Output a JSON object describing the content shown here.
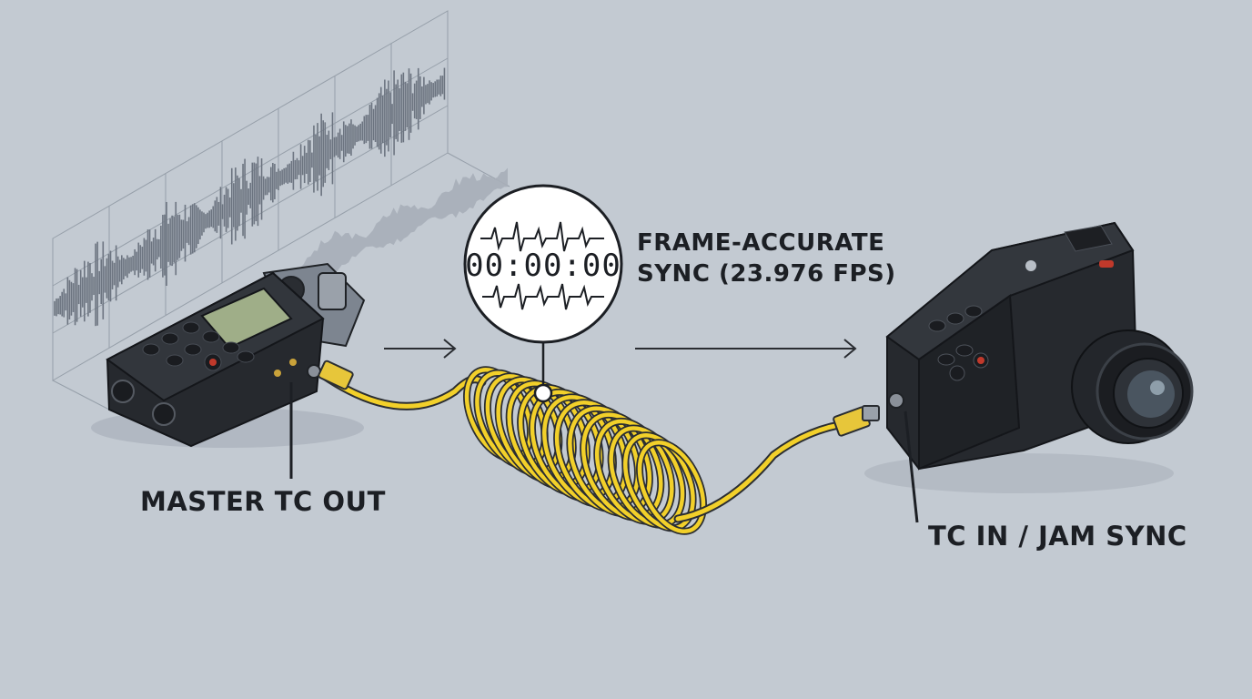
{
  "labels": {
    "master_tc_out": "MASTER TC OUT",
    "tc_in_jam_sync": "TC IN / JAM SYNC",
    "sync_line1": "FRAME-ACCURATE",
    "sync_line2": "SYNC (23.976 FPS)"
  },
  "timecode": "00:00:00",
  "colors": {
    "background": "#c3cad2",
    "cable": "#f2d02a",
    "device_body": "#26292e",
    "recorder_screen": "#9fae88",
    "record_button": "#c0392b",
    "ink": "#1c1f24"
  },
  "icons": {
    "recorder": "audio-recorder-icon",
    "camera": "cinema-camera-icon",
    "cable": "coiled-bnc-cable-icon",
    "magnifier": "timecode-magnifier-icon",
    "waveform": "audio-waveform-icon"
  }
}
